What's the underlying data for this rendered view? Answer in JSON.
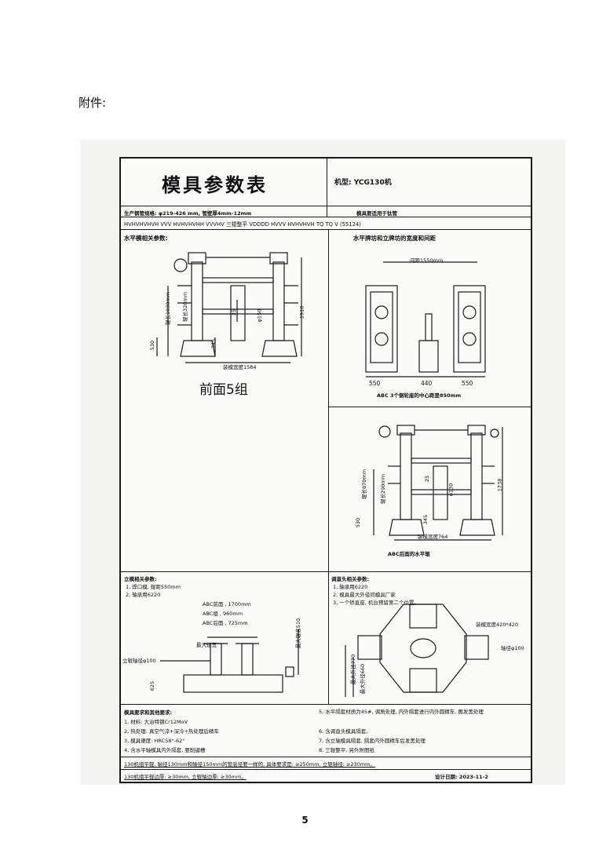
{
  "attachment_label": "附件:",
  "page_number": "5",
  "sheet": {
    "title": "模具参数表",
    "machine": "机型: YCG130机",
    "spec_line": "生产钢管规格: φ219-426 mm, 管壁厚4mm-12mm",
    "suitability": "模具要适用于钛管",
    "code_line": "HVHVHVHVH VVV HVHVHVHH VVVHV 三辊整平 VDDDD HVVV HVHVHVH TQ TQ V (55124)",
    "panel_tl": {
      "heading": "水平模相关参数:",
      "caption": "前面5组",
      "dims": {
        "width": "装模宽度1584",
        "total": "1918",
        "a1030": "辊长1030mm",
        "a320": "辊长320mm",
        "a530": "530",
        "a345": "345",
        "a25": "25",
        "a150": "φ150"
      }
    },
    "panel_tr": {
      "heading": "水平牌坊和立牌坊的宽度和间距",
      "spacing": "间距1550mm",
      "w1": "550",
      "w2": "440",
      "w3": "550",
      "caption": "ABC 3个侧轮座的中心距是850mm"
    },
    "panel_mr": {
      "caption": "ABC后面的水平辊",
      "dims": {
        "width": "装模宽度764",
        "total": "1738",
        "a870": "辊长870mm",
        "a290": "辊长290mm",
        "a530": "530",
        "a345": "345",
        "a25": "25",
        "a130": "φ130"
      }
    },
    "panel_bl": {
      "heading": "立模相关参数:",
      "lines": [
        "1, 焊口模, 辊距550mm",
        "2, 轴承用6220"
      ],
      "abc": [
        "ABC前面 , 1700mm",
        "ABC组 , 960mm",
        "ABC后面 , 725mm"
      ],
      "dims": {
        "shaft": "立辊轴径φ100",
        "width": "最大辊宽",
        "height": "最大辊高510",
        "b625": "625"
      }
    },
    "panel_br": {
      "heading": "调直头相关参数:",
      "lines": [
        "1, 轴承用6220",
        "2, 模具最大外径同模具厂家",
        "3, 一个矫直座, 机台预留第二个位置。"
      ],
      "dims": {
        "width": "装模宽度420*420",
        "shaft": "轴径φ100",
        "a770": "最大外径770",
        "a660": "最大外径660"
      }
    },
    "req_left": {
      "heading": "模具要求和其他要求:",
      "items": [
        "1, 材料: 大治特钢Cr12MoV",
        "2, 热处理: 真空气淬+深冷+热处理后精车",
        "3, 模具硬度: HRC58°-62°",
        "4, 含水平轴模具内外隔套, 要削键槽"
      ]
    },
    "req_right": {
      "items": [
        "5, 水平隔套材质为45#, 调质处理, 内外隔套进行内外圆精车, 再发黑处理",
        "6, 含调直头模具隔套。",
        "7, 含立轴模具隔套, 隔套内外圆精车后发黑处理",
        "8, 三辊整平, 另外附图纸"
      ]
    },
    "footer_line1": "130机组平辊, 轴径130mm和轴径150mm的管底径要一样的, 具体要求是: ≥250mm, 立辊轴径: ≥230mm。",
    "footer_line2": "130机组平辊边厚: ≥30mm, 立辊轴边厚: ≥30mm。",
    "design_date": "设计日期: 2023-11-2"
  },
  "colors": {
    "ink": "#1a1a1a",
    "paper": "#fbfbfa",
    "scan_bg": "#f3f3f1"
  }
}
